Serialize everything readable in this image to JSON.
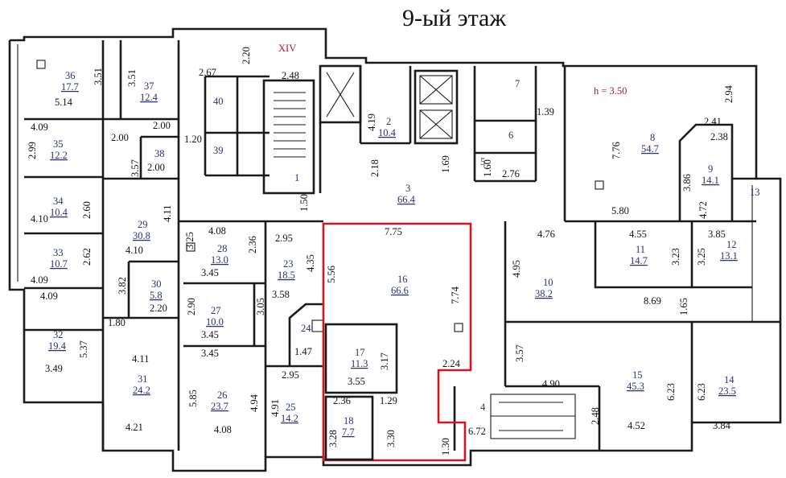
{
  "title": "9-ый этаж",
  "labels": {
    "xiv": "XIV",
    "ceiling": "h = 3.50"
  },
  "colors": {
    "walls": "#1a1a1a",
    "highlight": "#d4141f",
    "room_text": "#2a2f7a",
    "accent_text": "#b0182a"
  },
  "rooms": [
    {
      "num": "1",
      "area": ""
    },
    {
      "num": "2",
      "area": "10.4"
    },
    {
      "num": "3",
      "area": "66.4"
    },
    {
      "num": "4",
      "area": ""
    },
    {
      "num": "5",
      "area": ""
    },
    {
      "num": "6",
      "area": ""
    },
    {
      "num": "7",
      "area": ""
    },
    {
      "num": "8",
      "area": "54.7"
    },
    {
      "num": "9",
      "area": "14.1"
    },
    {
      "num": "10",
      "area": "38.2"
    },
    {
      "num": "11",
      "area": "14.7"
    },
    {
      "num": "12",
      "area": "13.1"
    },
    {
      "num": "13",
      "area": ""
    },
    {
      "num": "14",
      "area": "23.5"
    },
    {
      "num": "15",
      "area": "45.3"
    },
    {
      "num": "16",
      "area": "66.6"
    },
    {
      "num": "17",
      "area": "11.3"
    },
    {
      "num": "18",
      "area": "7.7"
    },
    {
      "num": "23",
      "area": "18.5"
    },
    {
      "num": "24",
      "area": ""
    },
    {
      "num": "25",
      "area": "14.2"
    },
    {
      "num": "26",
      "area": "23.7"
    },
    {
      "num": "27",
      "area": "10.0"
    },
    {
      "num": "28",
      "area": "13.0"
    },
    {
      "num": "29",
      "area": "30.8"
    },
    {
      "num": "30",
      "area": "5.8"
    },
    {
      "num": "31",
      "area": "24.2"
    },
    {
      "num": "32",
      "area": "19.4"
    },
    {
      "num": "33",
      "area": "10.7"
    },
    {
      "num": "34",
      "area": "10.4"
    },
    {
      "num": "35",
      "area": "12.2"
    },
    {
      "num": "36",
      "area": "17.7"
    },
    {
      "num": "37",
      "area": "12.4"
    },
    {
      "num": "38",
      "area": "2.00"
    },
    {
      "num": "39",
      "area": ""
    },
    {
      "num": "40",
      "area": ""
    }
  ],
  "dimensions": [
    "3.51",
    "5.14",
    "3.51",
    "2.00",
    "2.67",
    "2.20",
    "2.48",
    "1.20",
    "4.19",
    "1.39",
    "2.94",
    "4.09",
    "2.99",
    "2.00",
    "3.57",
    "1.50",
    "2.18",
    "1.69",
    "1.60",
    "2.76",
    "7.76",
    "2.41",
    "2.38",
    "4.10",
    "2.60",
    "4.11",
    "3.86",
    "4.72",
    "5.80",
    "2.62",
    "4.09",
    "4.10",
    "3.25",
    "4.08",
    "2.36",
    "2.95",
    "4.35",
    "7.75",
    "4.76",
    "4.55",
    "3.85",
    "3.45",
    "5.56",
    "7.74",
    "4.95",
    "3.23",
    "3.25",
    "3.82",
    "2.20",
    "4.09",
    "1.80",
    "3.58",
    "2.90",
    "3.05",
    "8.69",
    "1.65",
    "5.37",
    "3.49",
    "4.11",
    "3.45",
    "1.47",
    "3.17",
    "3.57",
    "3.55",
    "2.24",
    "4.90",
    "6.23",
    "6.23",
    "3.45",
    "2.95",
    "5.85",
    "4.94",
    "4.91",
    "2.36",
    "1.29",
    "2.48",
    "3.28",
    "3.30",
    "1.30",
    "6.72",
    "4.52",
    "3.84",
    "4.21",
    "4.08"
  ]
}
